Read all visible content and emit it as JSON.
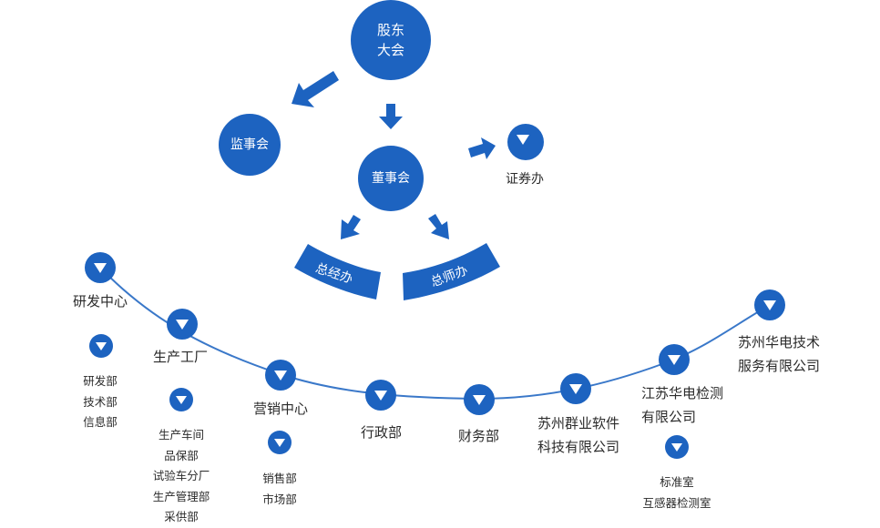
{
  "top": {
    "shareholders": "股东\n大会",
    "supervisors": "监事会",
    "board": "董事会",
    "securities": "证券办",
    "gm_office": "总经办",
    "chief_eng_office": "总师办"
  },
  "departments": [
    {
      "label": "研发中心",
      "sub": [
        "研发部",
        "技术部",
        "信息部"
      ]
    },
    {
      "label": "生产工厂",
      "sub": [
        "生产车间",
        "品保部",
        "试验车分厂",
        "生产管理部",
        "采供部"
      ]
    },
    {
      "label": "营销中心",
      "sub": [
        "销售部",
        "市场部"
      ]
    },
    {
      "label": "行政部"
    },
    {
      "label": "财务部"
    },
    {
      "label": "苏州群业软件\n科技有限公司"
    },
    {
      "label": "江苏华电检测\n有限公司",
      "sub": [
        "标准室",
        "互感器检测室"
      ]
    },
    {
      "label": "苏州华电技术\n服务有限公司"
    }
  ],
  "colors": {
    "primary": "#1d63c0",
    "line": "#3a78c9"
  }
}
